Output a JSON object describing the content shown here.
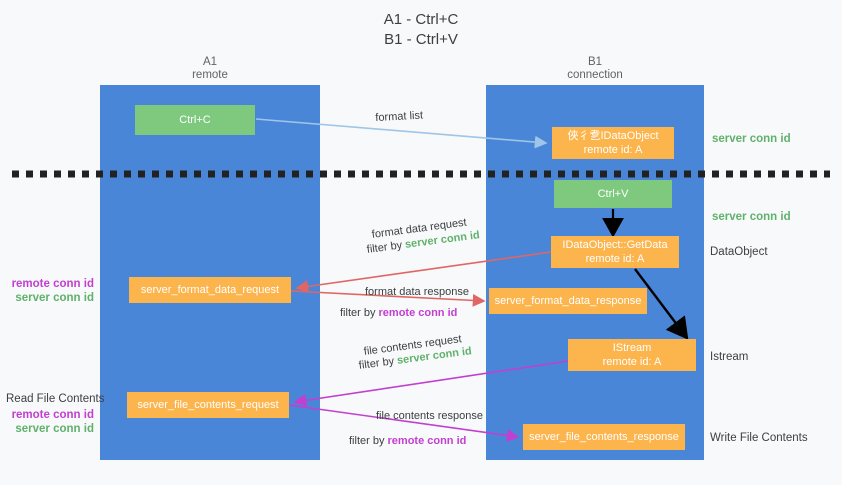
{
  "title": {
    "line1": "A1 - Ctrl+C",
    "line2": "B1 - Ctrl+V"
  },
  "lanes": [
    {
      "id": "a1",
      "name": "A1",
      "subtitle": "remote",
      "color": "#4a86d8"
    },
    {
      "id": "b1",
      "name": "B1",
      "subtitle": "connection",
      "color": "#4a86d8"
    }
  ],
  "colors": {
    "lane": "#4a86d8",
    "green_box": "#7ec97e",
    "orange_box": "#fcb44d",
    "server_conn_id": "#5fb16b",
    "remote_conn_id": "#c23fd0",
    "arrow_format_list": "#9fc5e8",
    "arrow_format_data": "#e06666",
    "arrow_file_contents": "#c23fd0",
    "arrow_black": "#000000",
    "divider": "#222222",
    "background": "#f8f9fa"
  },
  "boxes": {
    "ctrl_c": {
      "label": "Ctrl+C",
      "style": "green"
    },
    "idataobject": {
      "line1": "俠彳乽IDataObject",
      "line2": "remote id: A",
      "style": "orange"
    },
    "ctrl_v": {
      "label": "Ctrl+V",
      "style": "green"
    },
    "getdata": {
      "line1": "IDataObject::GetData",
      "line2": "remote id: A",
      "style": "orange"
    },
    "istream": {
      "line1": "IStream",
      "line2": "remote id: A",
      "style": "orange"
    },
    "server_format_data_request": {
      "label": "server_format_data_request",
      "style": "orange"
    },
    "server_format_data_response": {
      "label": "server_format_data_response",
      "style": "orange"
    },
    "server_file_contents_request": {
      "label": "server_file_contents_request",
      "style": "orange"
    },
    "server_file_contents_response": {
      "label": "server_file_contents_response",
      "style": "orange"
    }
  },
  "edge_labels": {
    "format_list": "format list",
    "format_data_request": "format data request",
    "format_data_request_filter_prefix": "filter by ",
    "format_data_request_filter_value": "server conn id",
    "format_data_response": "format data response",
    "format_data_response_filter_prefix": "filter by ",
    "format_data_response_filter_value": "remote conn id",
    "file_contents_request": "file contents request",
    "file_contents_request_filter_prefix": "filter by ",
    "file_contents_request_filter_value": "server conn id",
    "file_contents_response": "file contents response",
    "file_contents_response_filter_prefix": "filter by ",
    "file_contents_response_filter_value": "remote conn id"
  },
  "side_notes": {
    "server_conn_id_1": "server conn id",
    "server_conn_id_2": "server conn id",
    "dataobject": "DataObject",
    "istream": "Istream",
    "write_file_contents": "Write File Contents"
  },
  "left_notes": {
    "group_1": {
      "remote": "remote conn id",
      "server": "server conn id"
    },
    "group_2": {
      "heading": "Read File Contents",
      "remote": "remote conn id",
      "server": "server conn id"
    }
  }
}
